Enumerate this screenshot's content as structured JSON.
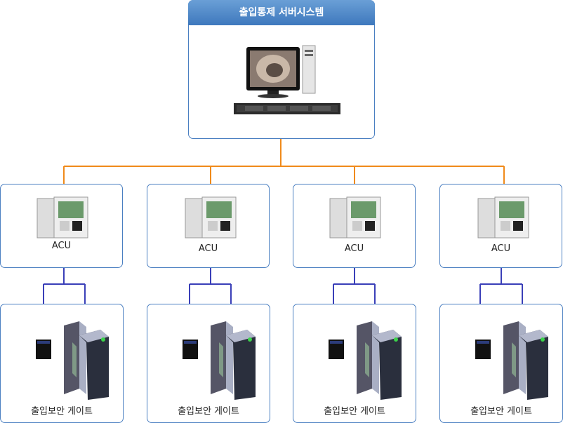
{
  "server": {
    "title": "출입통제 서버시스템",
    "icon": "server-monitor-icon",
    "connector_color": "#f08a1a"
  },
  "acus": [
    {
      "label": "ACU"
    },
    {
      "label": "ACU"
    },
    {
      "label": "ACU"
    },
    {
      "label": "ACU"
    }
  ],
  "gates": [
    {
      "label": "출입보안 게이트"
    },
    {
      "label": "출입보안 게이트"
    },
    {
      "label": "출입보안 게이트"
    },
    {
      "label": "출입보안 게이트"
    }
  ],
  "colors": {
    "box_border": "#4a7fc1",
    "bus_orange": "#f08a1a",
    "link_blue": "#3a3fb8"
  }
}
